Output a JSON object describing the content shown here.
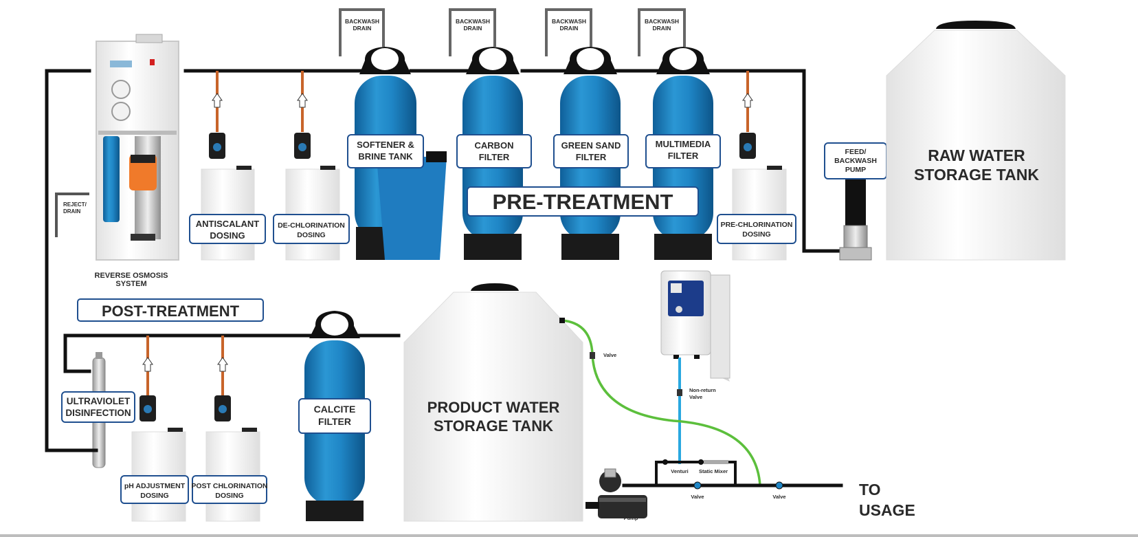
{
  "colors": {
    "vessel_blue": "#1f86c6",
    "vessel_dark": "#1a1a1a",
    "label_border": "#1f4f8f",
    "dosing_pipe": "#c8642a",
    "ozone_line": "#29a8e0",
    "bypass_line": "#5cbf3c",
    "pump_orange": "#f07a2a",
    "tank_white": "#f4f4f4"
  },
  "labels": {
    "backwash_1": [
      "BACKWASH",
      "DRAIN"
    ],
    "backwash_2": [
      "BACKWASH",
      "DRAIN"
    ],
    "backwash_3": [
      "BACKWASH",
      "DRAIN"
    ],
    "backwash_4": [
      "BACKWASH",
      "DRAIN"
    ],
    "reject_drain": [
      "REJECT/",
      "DRAIN"
    ],
    "ro_system": [
      "REVERSE OSMOSIS",
      "SYSTEM"
    ],
    "antiscalant": [
      "ANTISCALANT",
      "DOSING"
    ],
    "dechlorination": [
      "DE-CHLORINATION",
      "DOSING"
    ],
    "softener": [
      "SOFTENER &",
      "BRINE TANK"
    ],
    "carbon": [
      "CARBON",
      "FILTER"
    ],
    "greensand": [
      "GREEN SAND",
      "FILTER"
    ],
    "multimedia": [
      "MULTIMEDIA",
      "FILTER"
    ],
    "pre_treatment": "PRE-TREATMENT",
    "prechlorination": [
      "PRE-CHLORINATION",
      "DOSING"
    ],
    "feed_pump": [
      "FEED/",
      "BACKWASH",
      "PUMP"
    ],
    "raw_tank": [
      "RAW WATER",
      "STORAGE TANK"
    ],
    "post_treatment": "POST-TREATMENT",
    "uv": [
      "ULTRAVIOLET",
      "DISINFECTION"
    ],
    "ph_adjustment": [
      "pH ADJUSTMENT",
      "DOSING"
    ],
    "post_chlorination": [
      "POST CHLORINATION",
      "DOSING"
    ],
    "calcite": [
      "CALCITE",
      "FILTER"
    ],
    "product_tank": [
      "PRODUCT WATER",
      "STORAGE TANK"
    ],
    "valve_green": "Valve",
    "non_return": [
      "Non-return",
      "Valve"
    ],
    "venturi": "Venturi",
    "static_mixer": "Static Mixer",
    "valve_1": "Valve",
    "valve_2": "Valve",
    "pump": "Pump",
    "to_usage": [
      "TO",
      "USAGE"
    ]
  }
}
